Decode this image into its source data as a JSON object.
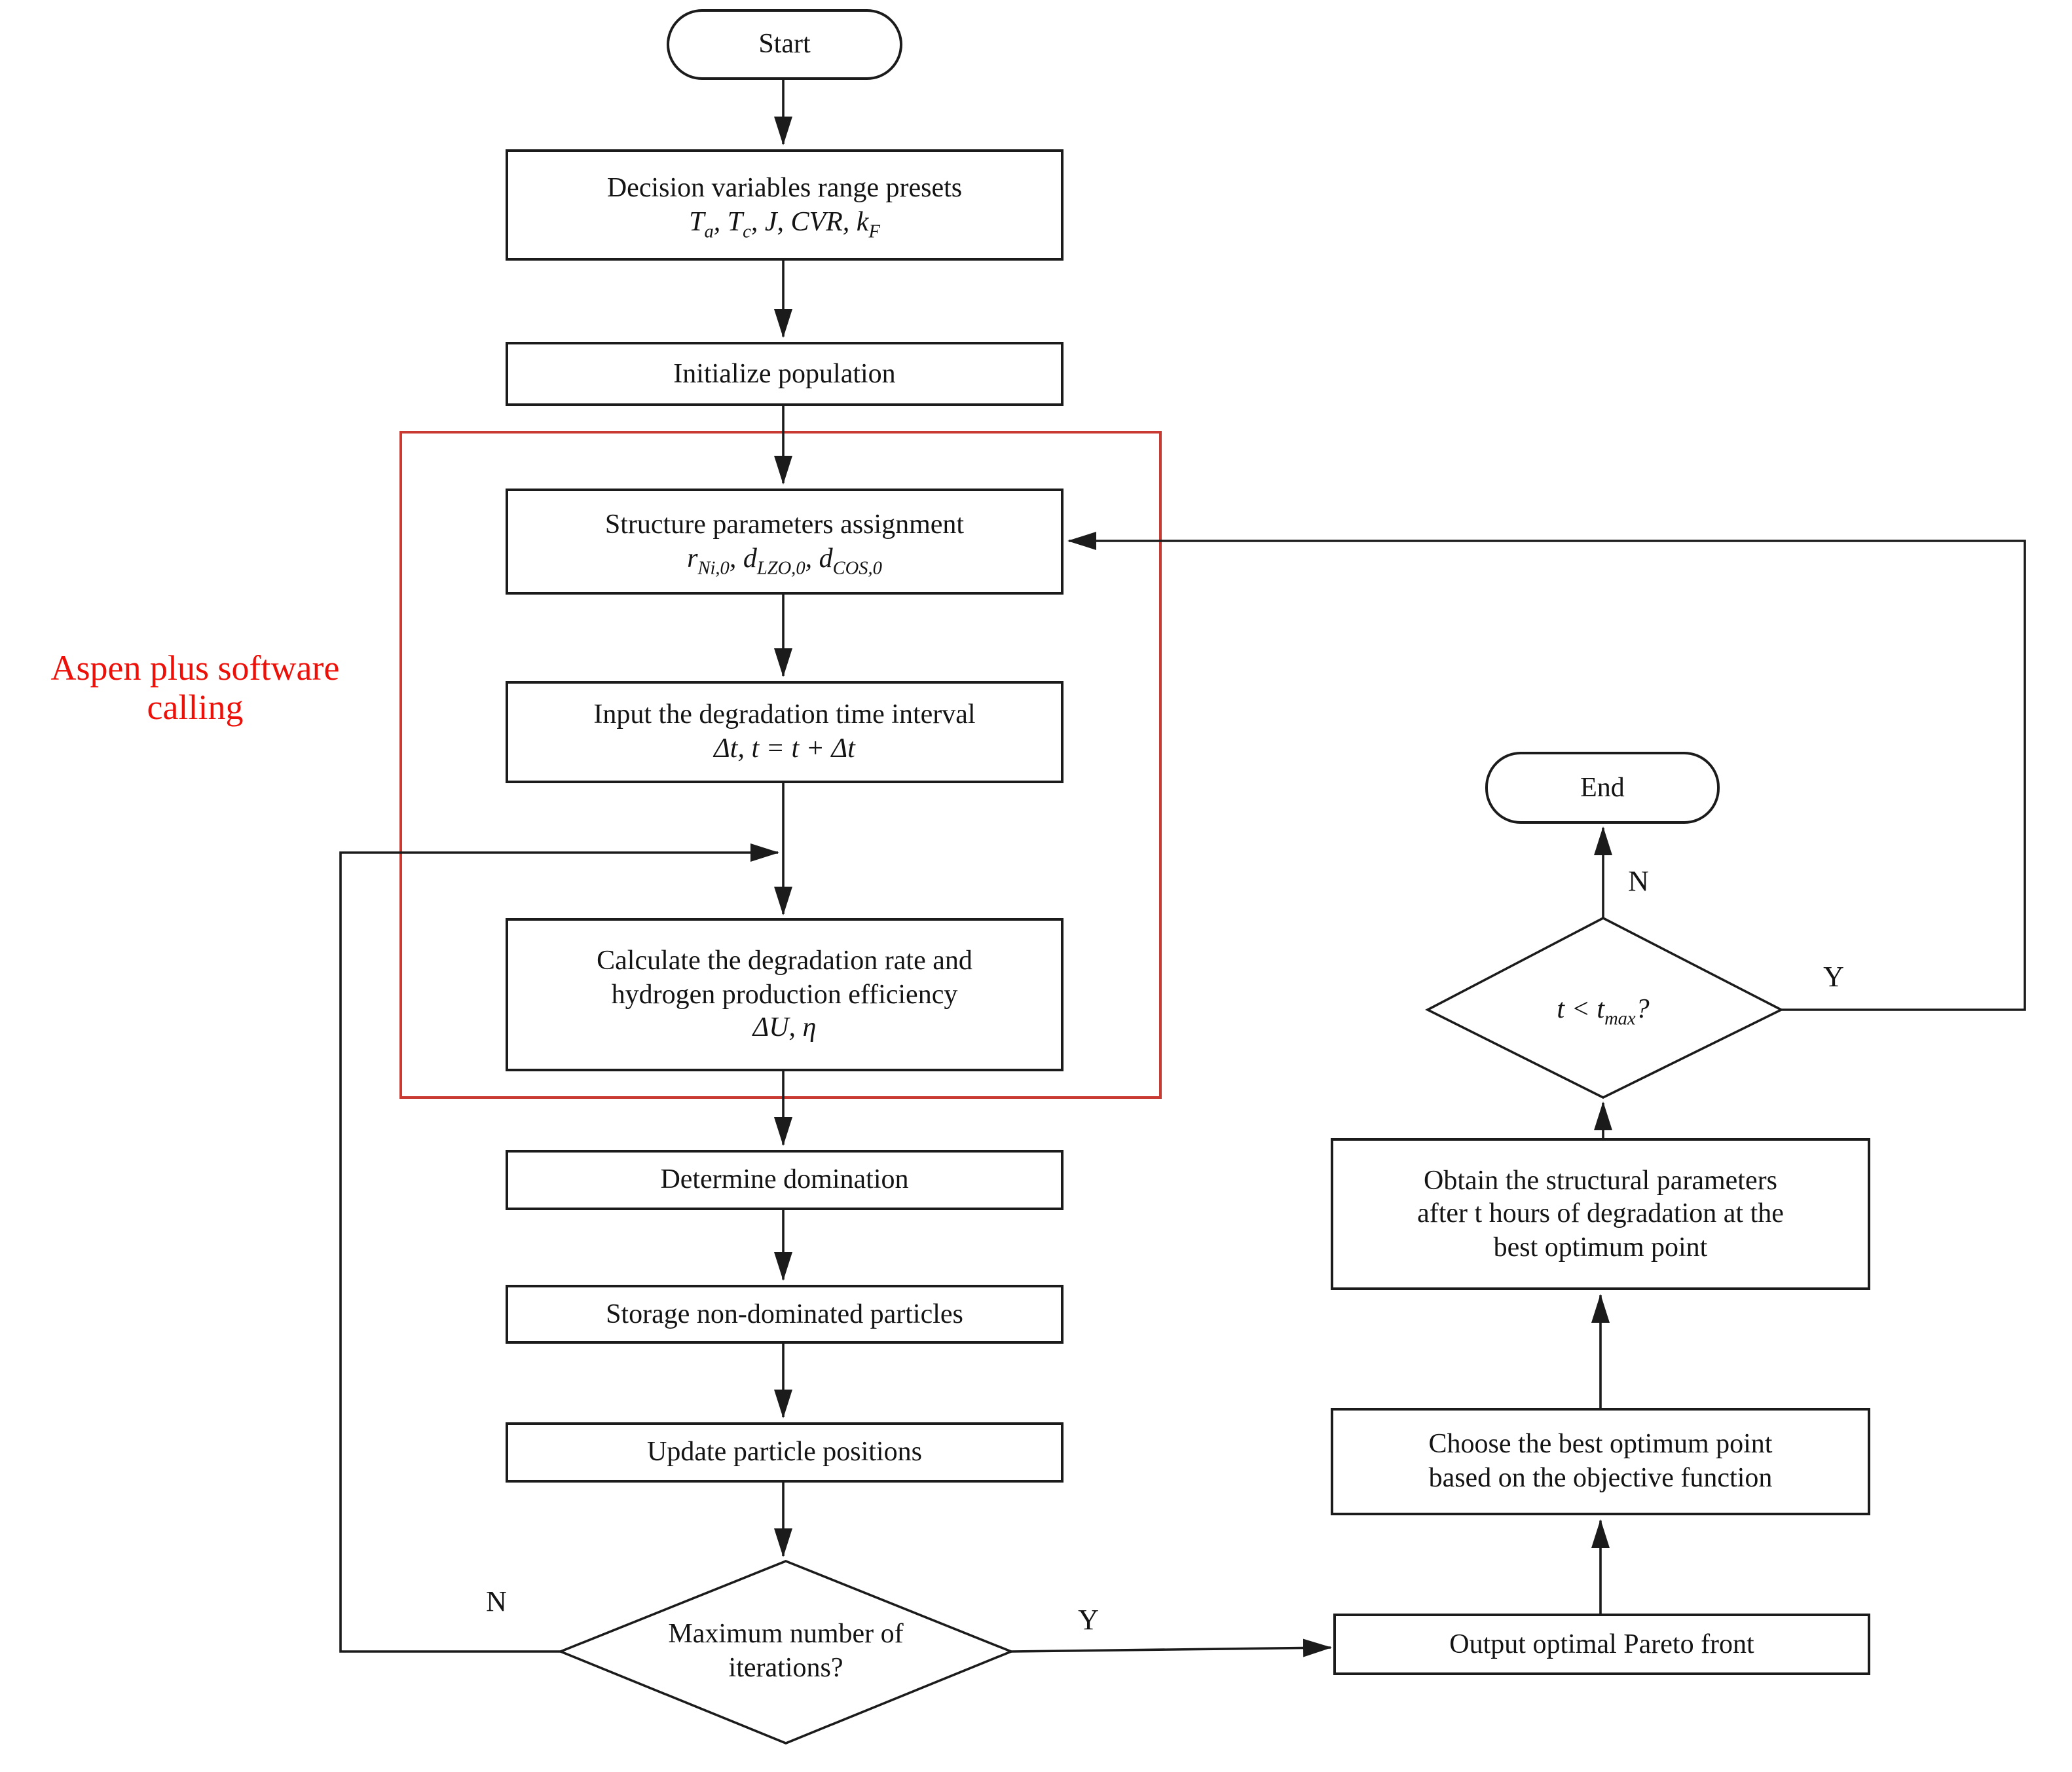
{
  "diagram": {
    "nodes": {
      "start": {
        "label": "Start"
      },
      "decision_variables": {
        "line1": "Decision variables range presets",
        "math": "T_{a}, T_{c}, J, CVR, k_{F}"
      },
      "initialize": {
        "label": "Initialize population"
      },
      "structure_params": {
        "line1": "Structure parameters assignment",
        "math": "r_{Ni,0}, d_{LZO,0}, d_{COS,0}"
      },
      "input_interval": {
        "line1": "Input the degradation time interval",
        "math": "Δt, t = t + Δt"
      },
      "calculate": {
        "line1": "Calculate the degradation rate and",
        "line2": "hydrogen production efficiency",
        "math": "ΔU, η"
      },
      "determine": {
        "label": "Determine domination"
      },
      "storage": {
        "label": "Storage non-dominated particles"
      },
      "update": {
        "label": "Update particle positions"
      },
      "max_iterations": {
        "line1": "Maximum number of",
        "line2": "iterations?"
      },
      "output_pareto": {
        "label": "Output optimal Pareto front"
      },
      "choose_optimum": {
        "line1": "Choose the best optimum point",
        "line2": "based on the objective function"
      },
      "obtain_params": {
        "line1": "Obtain the structural parameters",
        "line2": "after t hours of degradation at the",
        "line3": "best optimum point"
      },
      "time_check": {
        "math": "t < t_{max}?"
      },
      "end": {
        "label": "End"
      }
    },
    "branch_labels": {
      "max_iter_no": "N",
      "max_iter_yes": "Y",
      "time_no": "N",
      "time_yes": "Y"
    },
    "annotation": {
      "line1": "Aspen plus software",
      "line2": "calling"
    },
    "colors": {
      "annotation_red": "#ed1008",
      "region_red": "#c83a32",
      "line_black": "#1b1b1b"
    }
  }
}
